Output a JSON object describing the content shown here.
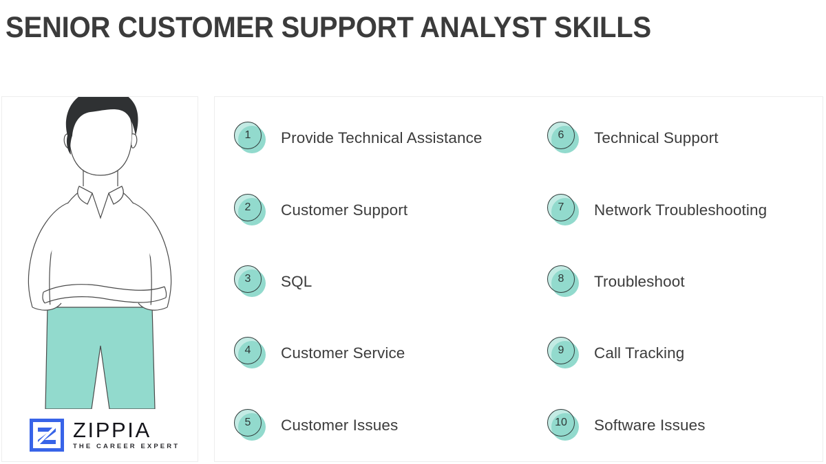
{
  "page": {
    "title": "SENIOR CUSTOMER SUPPORT ANALYST SKILLS",
    "background_color": "#ffffff",
    "accent_color": "#92dacd",
    "text_color": "#3c3c3c"
  },
  "illustration": {
    "alt": "line-art illustration of a man with arms crossed wearing a white polo shirt and teal pants",
    "hair_color": "#2f3133",
    "pants_color": "#92dacd",
    "outline_color": "#4a4a4a"
  },
  "logo": {
    "mark_name": "zippia-z-mark",
    "mark_color": "#3864e8",
    "name": "ZIPPIA",
    "tagline": "THE CAREER EXPERT"
  },
  "skills": {
    "left_column": [
      {
        "number": "1",
        "label": "Provide Technical Assistance"
      },
      {
        "number": "2",
        "label": "Customer Support"
      },
      {
        "number": "3",
        "label": "SQL"
      },
      {
        "number": "4",
        "label": "Customer Service"
      },
      {
        "number": "5",
        "label": "Customer Issues"
      }
    ],
    "right_column": [
      {
        "number": "6",
        "label": "Technical Support"
      },
      {
        "number": "7",
        "label": "Network Troubleshooting"
      },
      {
        "number": "8",
        "label": "Troubleshoot"
      },
      {
        "number": "9",
        "label": "Call Tracking"
      },
      {
        "number": "10",
        "label": "Software Issues"
      }
    ]
  }
}
